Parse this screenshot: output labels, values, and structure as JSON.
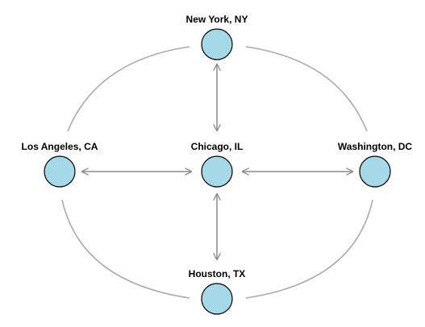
{
  "colors": {
    "node_fill": "#a6d9e8",
    "node_stroke": "#000000",
    "curve_stroke": "#aaaaaa",
    "arrow_stroke": "#8c8c8c"
  },
  "nodes": {
    "new_york": {
      "label": "New York, NY"
    },
    "los_angeles": {
      "label": "Los Angeles, CA"
    },
    "chicago": {
      "label": "Chicago, IL"
    },
    "washington": {
      "label": "Washington, DC"
    },
    "houston": {
      "label": "Houston, TX"
    }
  },
  "curved_links": [
    [
      "new_york",
      "los_angeles"
    ],
    [
      "new_york",
      "washington"
    ],
    [
      "los_angeles",
      "houston"
    ],
    [
      "washington",
      "houston"
    ]
  ],
  "arrow_links": [
    [
      "chicago",
      "new_york"
    ],
    [
      "chicago",
      "los_angeles"
    ],
    [
      "chicago",
      "washington"
    ],
    [
      "chicago",
      "houston"
    ]
  ]
}
